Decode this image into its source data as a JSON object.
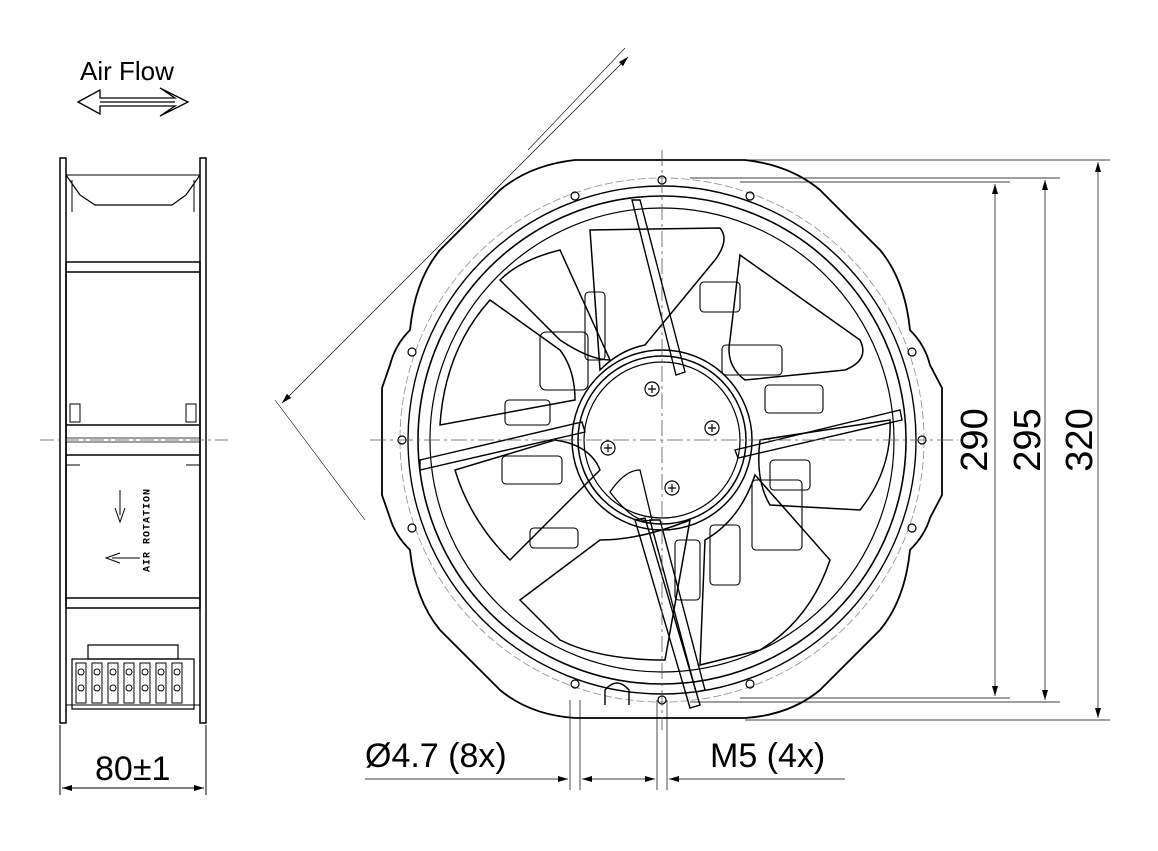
{
  "labels": {
    "air_flow": "Air Flow",
    "air_rotation": "AIR ROTATION",
    "width": "80±1",
    "hole": "Ø4.7 (8x)",
    "screw": "M5 (4x)",
    "dim_290": "290",
    "dim_295": "295",
    "dim_320": "320"
  },
  "colors": {
    "line": "#000000",
    "thin": "#555555",
    "dashed": "#999999",
    "background": "#ffffff"
  }
}
